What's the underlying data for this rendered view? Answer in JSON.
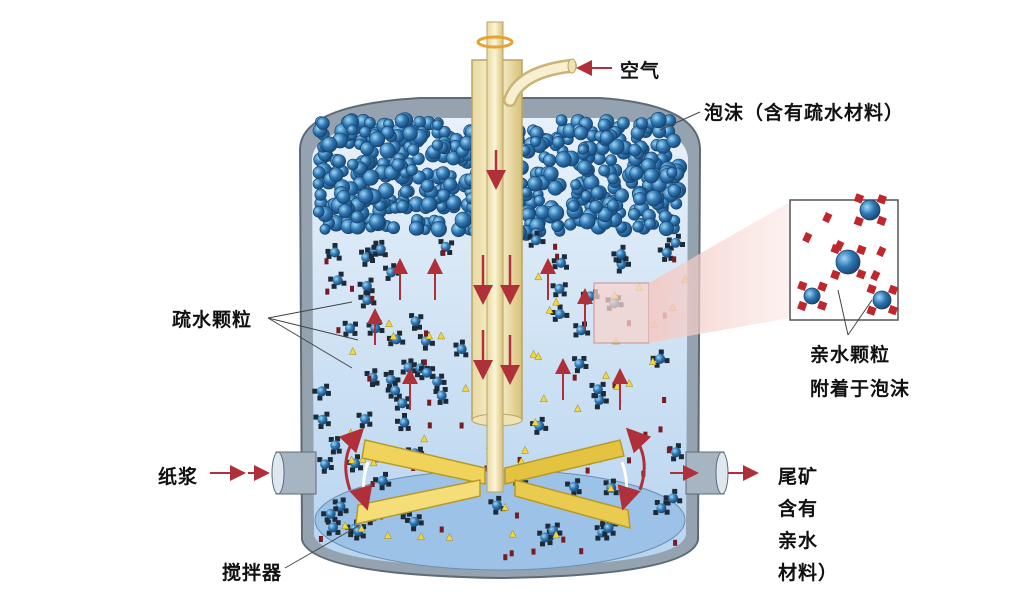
{
  "labels": {
    "air": "空气",
    "foam": "泡沫（含有疏水材料）",
    "hydrophobic": "疏水颗粒",
    "hydrophilic_line1": "亲水颗粒",
    "hydrophilic_line2": "附着于泡沫",
    "pulp": "纸浆",
    "agitator": "搅拌器",
    "tailings_line1": "尾矿",
    "tailings_line2": "含有",
    "tailings_line3": "亲水",
    "tailings_line4": "材料）"
  },
  "colors": {
    "tank_wall": "#8a9aa8",
    "tank_inner": "#dbe9f5",
    "liquid": "#a9ccee",
    "foam_bubble": "#2f6fa8",
    "bubble_highlight": "#7fc0ea",
    "arrow": "#b0303a",
    "particle_dark": "#7a1a22",
    "particle_yellow": "#f2d640",
    "pipe": "#f4e8bc",
    "paddle": "#e8c84a"
  }
}
